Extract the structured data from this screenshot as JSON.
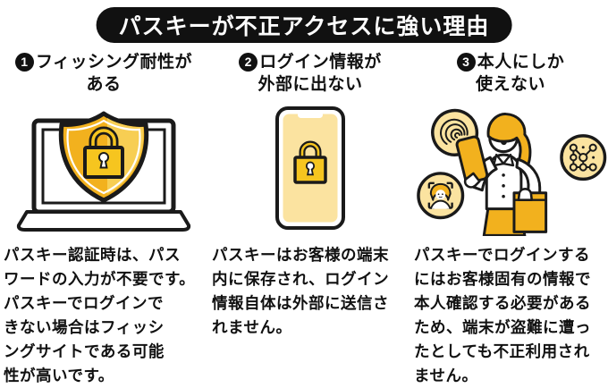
{
  "title": "パスキーが不正アクセスに強い理由",
  "columns": [
    {
      "number": "1",
      "heading_line1": "フィッシング耐性が",
      "heading_line2": "ある",
      "illustration": "laptop-with-shield-lock",
      "body": "パスキー認証時は、パス\nワードの入力が不要です。\nパスキーでログインで\nきない場合はフィッシ\nングサイトである可能\n性が高いです。"
    },
    {
      "number": "2",
      "heading_line1": "ログイン情報が",
      "heading_line2": "外部に出ない",
      "illustration": "smartphone-with-lock",
      "body": "パスキーはお客様の端末\n内に保存され、ログイン\n情報自体は外部に送信さ\nれません。"
    },
    {
      "number": "3",
      "heading_line1": "本人にしか",
      "heading_line2": "使えない",
      "illustration": "person-with-biometric-icons",
      "body": "パスキーでログインする\nにはお客様固有の情報で\n本人確認する必要がある\nため、端末が盗難に遭っ\nたとしても不正利用され\nません。"
    }
  ],
  "icons": {
    "column1": [
      "laptop-icon",
      "shield-icon",
      "padlock-icon"
    ],
    "column2": [
      "smartphone-icon",
      "padlock-icon"
    ],
    "column3": [
      "fingerprint-icon",
      "face-recognition-icon",
      "pattern-lock-icon",
      "woman-with-phone-illustration"
    ]
  },
  "colors": {
    "banner_bg": "#111111",
    "banner_text": "#ffffff",
    "text": "#111111",
    "outline": "#1a1a1a",
    "gold": "#F2B11E",
    "gold_bright": "#F6C51F",
    "gold_highlight": "#F7CE53",
    "pale_yellow": "#FBE3A0",
    "background": "#ffffff"
  }
}
